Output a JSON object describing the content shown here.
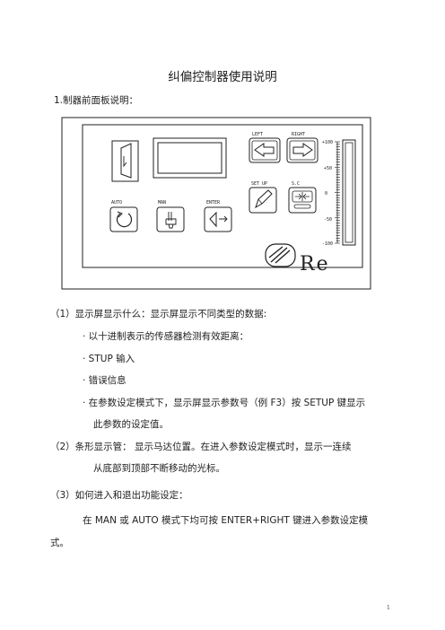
{
  "title": "纠偏控制器使用说明",
  "section1": "1.制器前面板说明：",
  "panel": {
    "btn_left": "LEFT",
    "btn_right": "RIGHT",
    "btn_setup": "SET UP",
    "btn_sc": "S.C",
    "btn_auto": "AUTO",
    "btn_man": "MAN",
    "btn_enter": "ENTER",
    "scale": [
      "+100",
      "+50",
      "0",
      "-50",
      "-100"
    ],
    "logo_text": "Re"
  },
  "items": {
    "p1": "（1）显示屏显示什么：显示屏显示不同类型的数据:",
    "b1": "· 以十进制表示的传感器检测有效距离：",
    "b2": "· STUP 输入",
    "b3": "· 错误信息",
    "b4": "· 在参数设定模式下，显示屏显示参数号（例 F3）按 SETUP  键显示",
    "b4_cont": "此参数的设定值。",
    "p2": "（2）条形显示管： 显示马达位置。在进入参数设定模式时，显示一连续",
    "p2_cont": "从底部到顶部不断移动的光标。",
    "p3": "（3）如何进入和退出功能设定：",
    "p3_body": "在 MAN 或 AUTO 模式下均可按 ENTER+RIGHT 键进入参数设定模",
    "p3_cont": "式。"
  },
  "page_number": "1"
}
